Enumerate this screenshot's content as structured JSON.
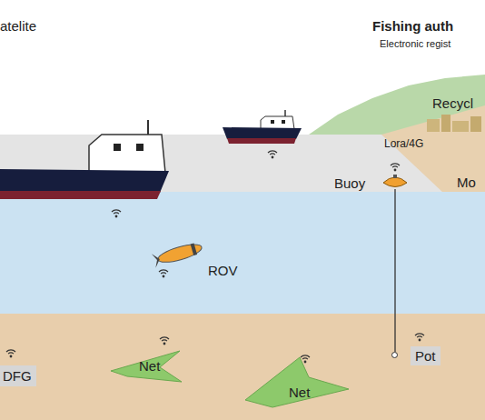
{
  "diagram": {
    "nodes": [
      {
        "text": [
          "Buoy"
        ]
      },
      {
        "text": [
          "DFG"
        ]
      },
      {
        "text": [
          "Net"
        ]
      },
      {
        "text": [
          "Net"
        ]
      },
      {
        "text": [
          "Pot"
        ]
      }
    ],
    "edges": [
      {
        "from": 0,
        "to": 4,
        "arrow": "none"
      }
    ],
    "labels": [
      "atelite",
      "Fishing auth",
      "Electronic regist",
      "Recycl",
      "Lora/4G",
      "Mo",
      "ROV"
    ]
  }
}
